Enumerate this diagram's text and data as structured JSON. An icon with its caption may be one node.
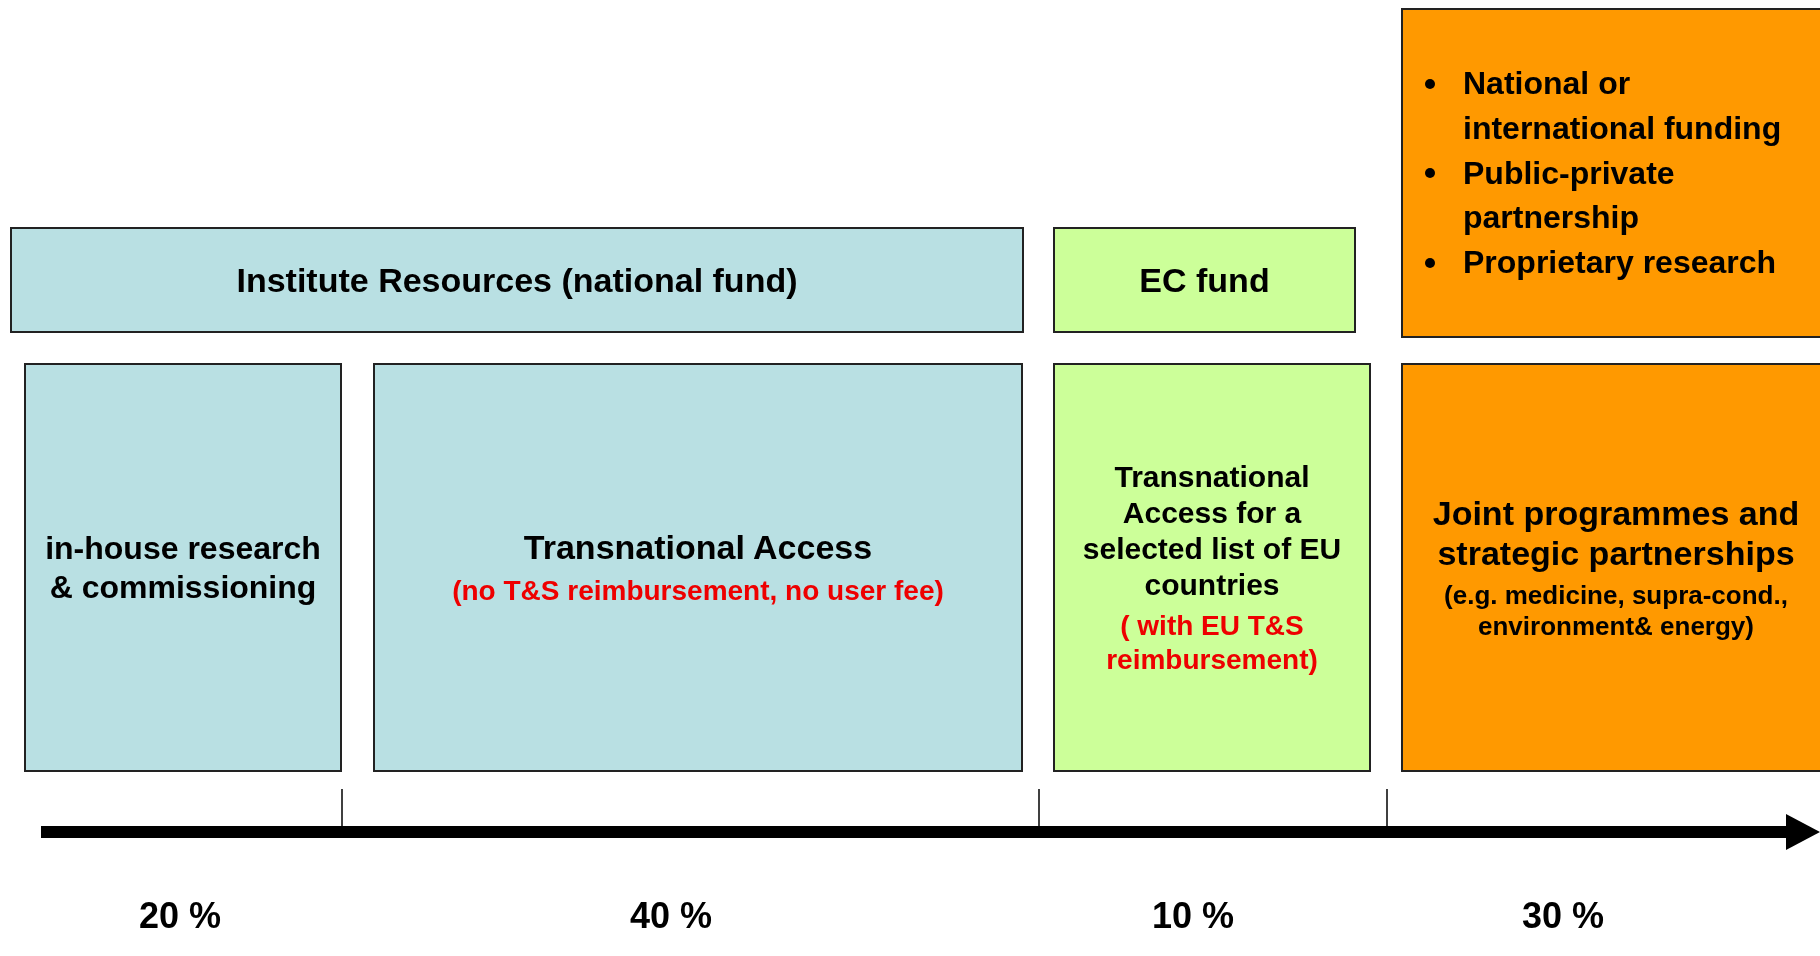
{
  "diagram": {
    "nodes": [
      {
        "text": [
          "Institute Resources (national fund)"
        ]
      },
      {
        "text": [
          "EC fund"
        ]
      },
      {
        "text": [
          "National or international funding",
          "Public-private partnership",
          "Proprietary research"
        ]
      },
      {
        "text": [
          "in-house research & commissioning"
        ]
      },
      {
        "text": [
          "Transnational Access",
          "(no T&S reimbursement, no user fee)"
        ]
      },
      {
        "text": [
          "Transnational Access for a selected list of EU countries",
          "( with EU T&S reimbursement)"
        ]
      },
      {
        "text": [
          "Joint programmes and strategic partnerships",
          "(e.g. medicine, supra-cond., environment& energy)"
        ]
      }
    ],
    "edges": [],
    "labels": [
      "20 %",
      "40 %",
      "10 %",
      "30 %"
    ]
  }
}
